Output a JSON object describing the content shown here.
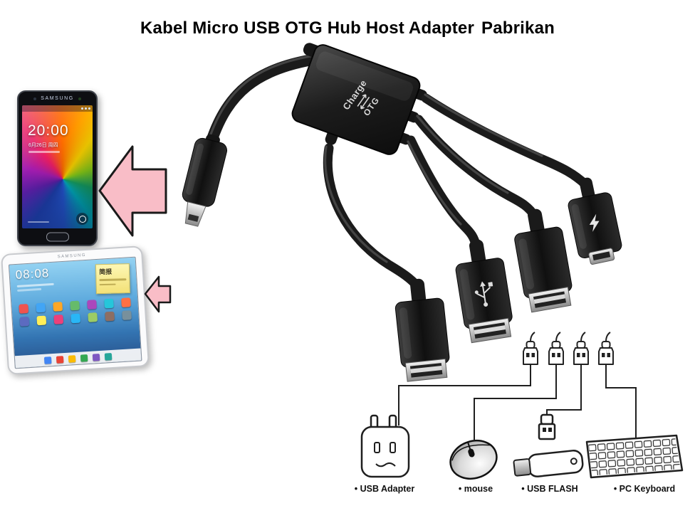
{
  "title": {
    "main": "Kabel Micro USB OTG Hub Host Adapter",
    "suffix": "Pabrikan"
  },
  "hub": {
    "charge_label": "Charge",
    "otg_label": "OTG"
  },
  "phone": {
    "brand": "SAMSUNG",
    "time": "20:00",
    "date": "6月26日 周四"
  },
  "tablet": {
    "brand": "SAMSUNG",
    "time": "08:08",
    "note_title": "简报",
    "app_icon_colors": [
      "#ef5350",
      "#42a5f5",
      "#ffa726",
      "#66bb6a",
      "#ab47bc",
      "#26c6da",
      "#ff7043",
      "#5c6bc0",
      "#ffee58",
      "#ec407a",
      "#29b6f6",
      "#9ccc65",
      "#8d6e63",
      "#78909c"
    ],
    "dock_icon_colors": [
      "#4285f4",
      "#ea4335",
      "#fbbc05",
      "#34a853",
      "#7e57c2",
      "#26a69a"
    ]
  },
  "connections": {
    "devices": [
      {
        "id": "usb-adapter",
        "label": "• USB Adapter"
      },
      {
        "id": "mouse",
        "label": "• mouse"
      },
      {
        "id": "usb-flash",
        "label": "• USB FLASH"
      },
      {
        "id": "pc-keyboard",
        "label": "• PC Keyboard"
      }
    ]
  },
  "colors": {
    "arrow_pink": "#f9bdc7",
    "arrow_outline": "#1a1a1a",
    "cable_black": "#1b1b1b",
    "background": "#ffffff"
  }
}
